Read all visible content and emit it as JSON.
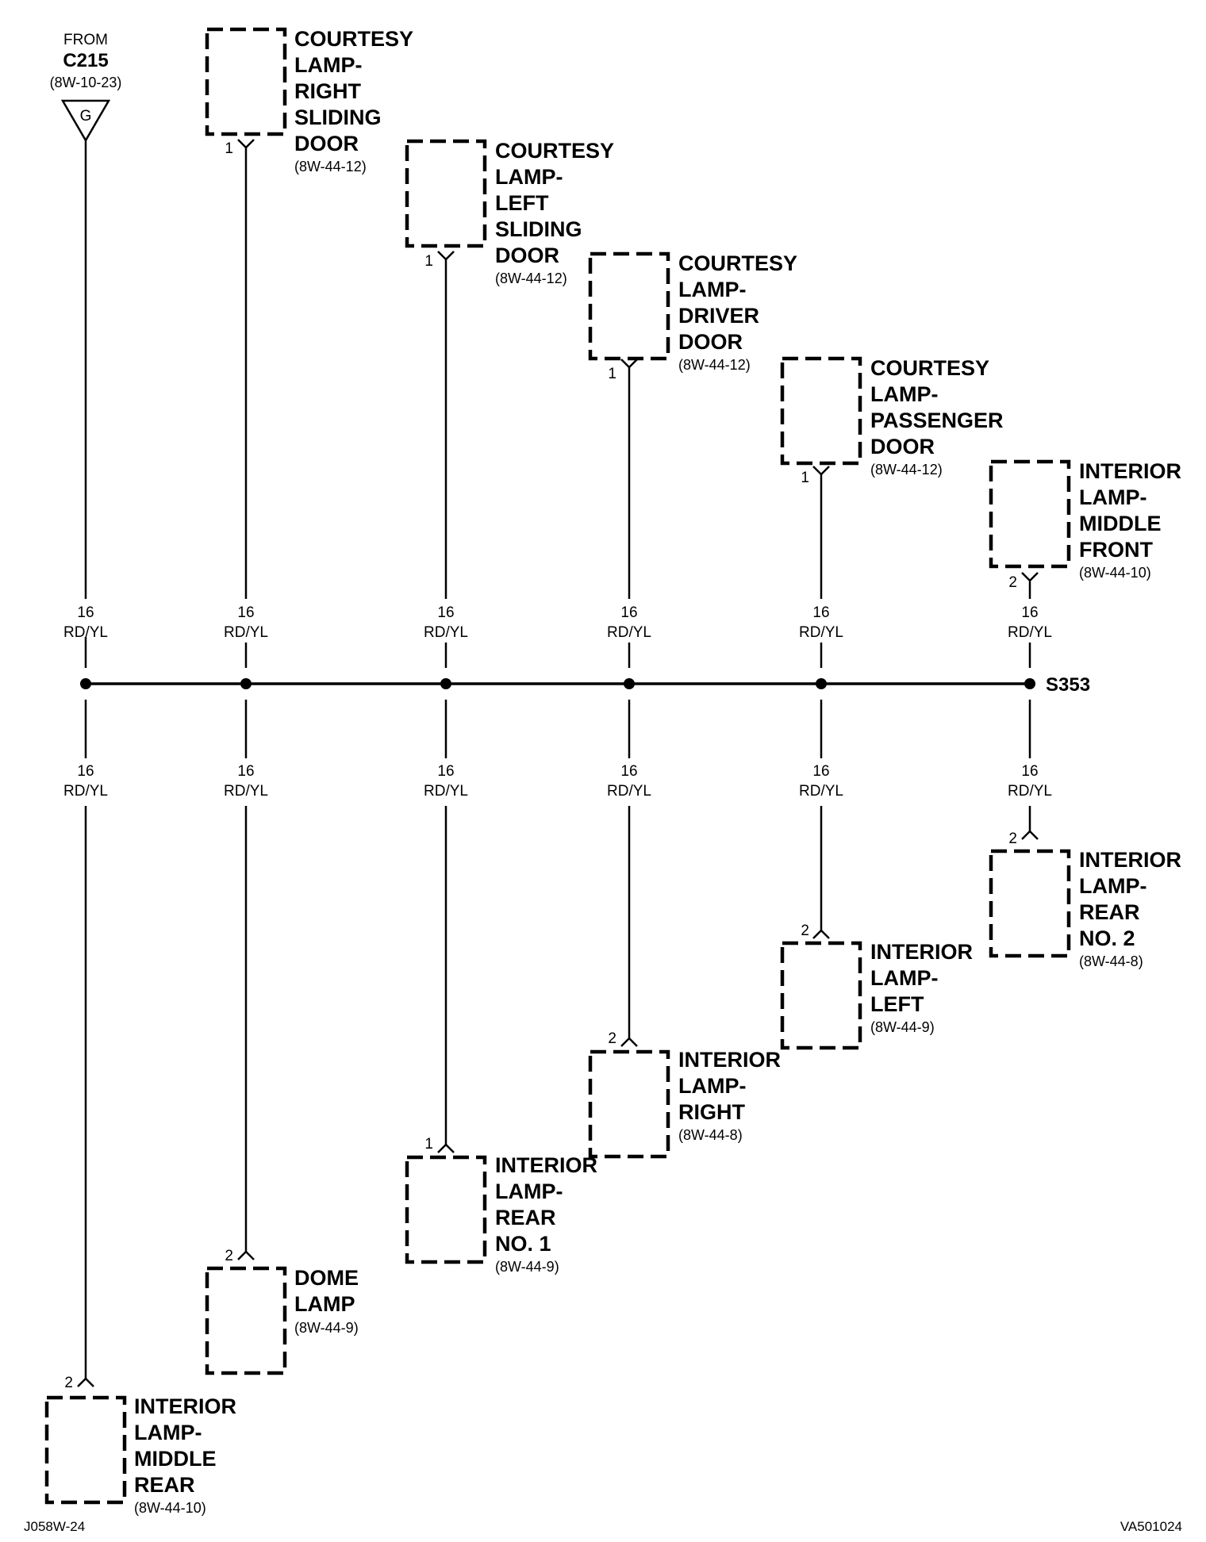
{
  "source": {
    "from_label": "FROM",
    "connector": "C215",
    "ref": "(8W-10-23)",
    "ground_letter": "G"
  },
  "splice": "S353",
  "wire": {
    "gauge": "16",
    "color": "RD/YL"
  },
  "top_components": [
    {
      "lines": [
        "COURTESY",
        "LAMP-",
        "RIGHT",
        "SLIDING",
        "DOOR"
      ],
      "ref": "(8W-44-12)",
      "pin": "1"
    },
    {
      "lines": [
        "COURTESY",
        "LAMP-",
        "LEFT",
        "SLIDING",
        "DOOR"
      ],
      "ref": "(8W-44-12)",
      "pin": "1"
    },
    {
      "lines": [
        "COURTESY",
        "LAMP-",
        "DRIVER",
        "DOOR"
      ],
      "ref": "(8W-44-12)",
      "pin": "1"
    },
    {
      "lines": [
        "COURTESY",
        "LAMP-",
        "PASSENGER",
        "DOOR"
      ],
      "ref": "(8W-44-12)",
      "pin": "1"
    },
    {
      "lines": [
        "INTERIOR",
        "LAMP-",
        "MIDDLE",
        "FRONT"
      ],
      "ref": "(8W-44-10)",
      "pin": "2"
    }
  ],
  "bottom_components": [
    {
      "lines": [
        "INTERIOR",
        "LAMP-",
        "MIDDLE",
        "REAR"
      ],
      "ref": "(8W-44-10)",
      "pin": "2"
    },
    {
      "lines": [
        "DOME",
        "LAMP"
      ],
      "ref": "(8W-44-9)",
      "pin": "2"
    },
    {
      "lines": [
        "INTERIOR",
        "LAMP-",
        "REAR",
        "NO. 1"
      ],
      "ref": "(8W-44-9)",
      "pin": "1"
    },
    {
      "lines": [
        "INTERIOR",
        "LAMP-",
        "RIGHT"
      ],
      "ref": "(8W-44-8)",
      "pin": "2"
    },
    {
      "lines": [
        "INTERIOR",
        "LAMP-",
        "LEFT"
      ],
      "ref": "(8W-44-9)",
      "pin": "2"
    },
    {
      "lines": [
        "INTERIOR",
        "LAMP-",
        "REAR",
        "NO. 2"
      ],
      "ref": "(8W-44-8)",
      "pin": "2"
    }
  ],
  "footer": {
    "left": "J058W-24",
    "right": "VA501024"
  }
}
